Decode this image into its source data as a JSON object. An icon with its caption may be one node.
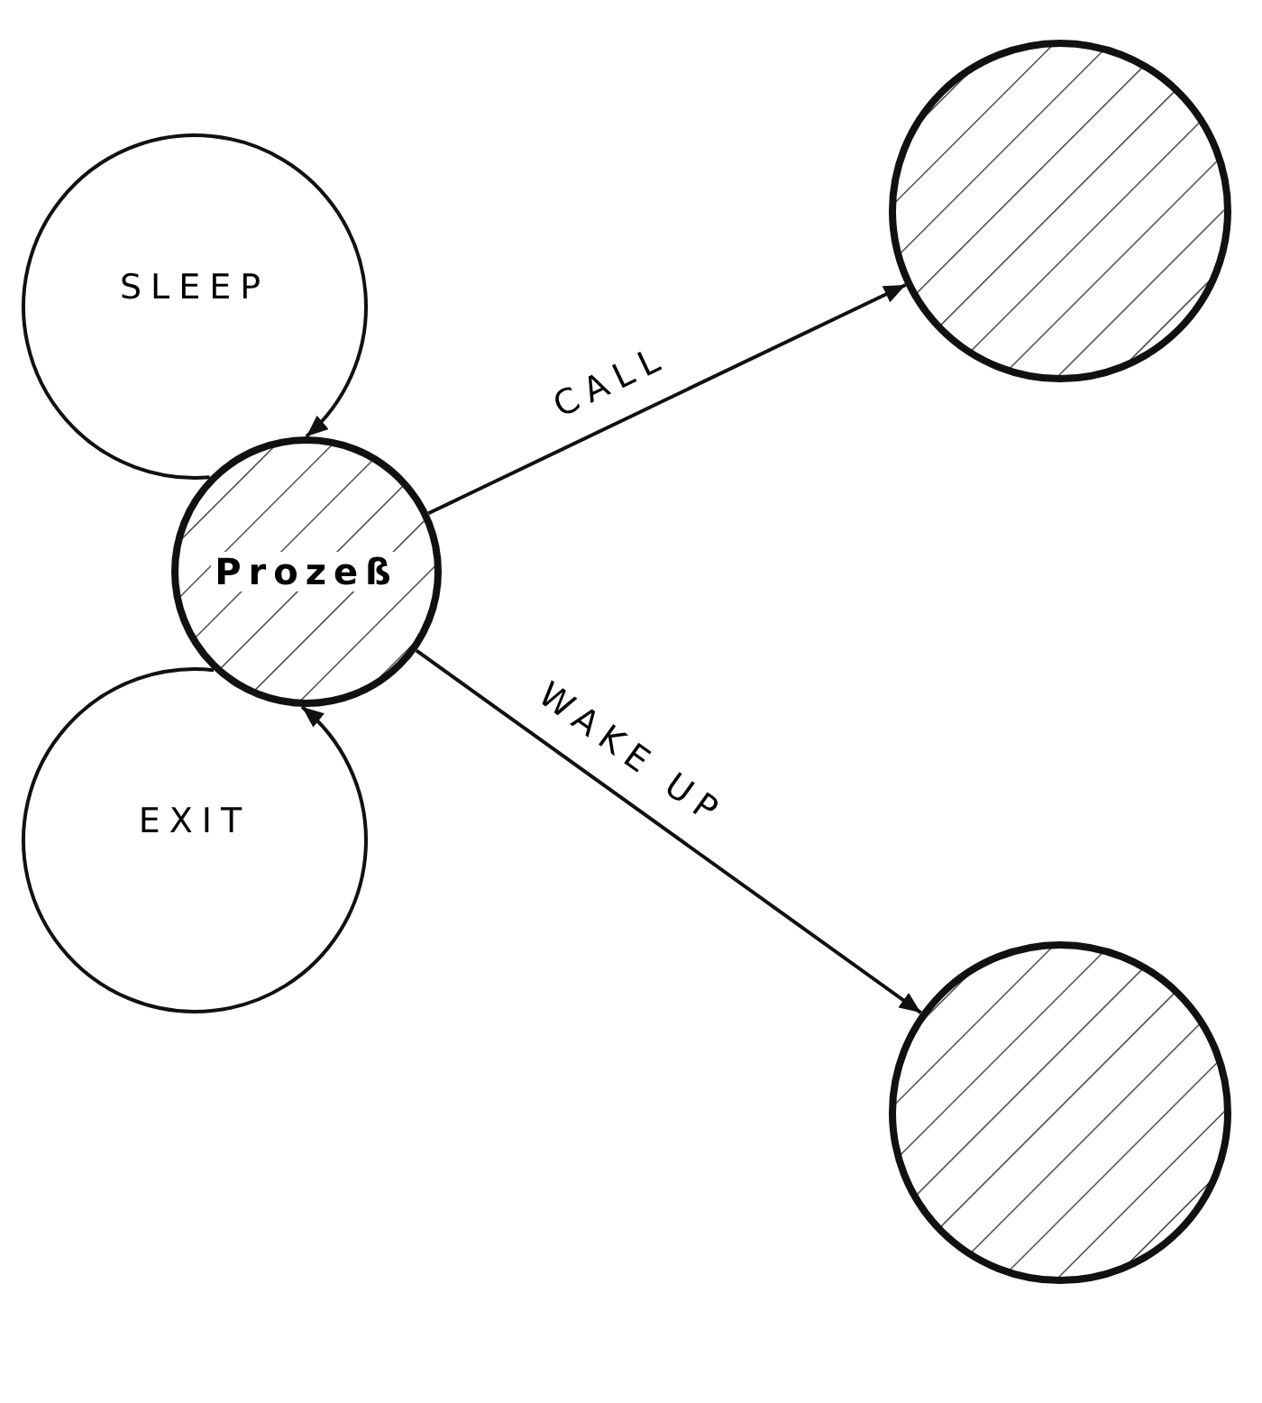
{
  "diagram": {
    "nodes": [
      {
        "text": [
          "Prozeß"
        ]
      },
      {
        "text": [],
        "shape": "circle"
      },
      {
        "text": [],
        "shape": "circle"
      }
    ],
    "edges": [
      {
        "from": 0,
        "to": 0,
        "arrow": "to",
        "label": "SLEEP"
      },
      {
        "from": 0,
        "to": 0,
        "arrow": "to",
        "label": "EXIT"
      },
      {
        "from": 0,
        "to": 1,
        "arrow": "to",
        "label": "CALL"
      },
      {
        "from": 0,
        "to": 2,
        "arrow": "to",
        "label": "WAKE UP"
      }
    ]
  }
}
